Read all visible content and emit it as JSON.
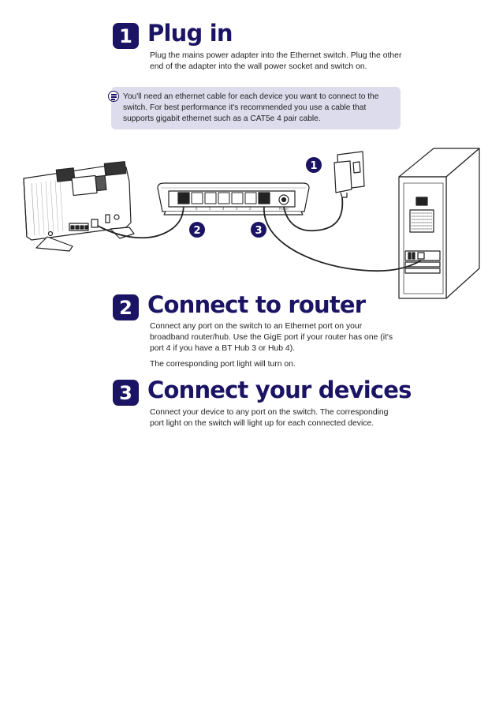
{
  "steps": [
    {
      "number": "1",
      "title": "Plug in",
      "paragraphs": [
        "Plug the mains power adapter into the Ethernet switch. Plug the other end of the adapter into the wall power socket and switch on."
      ]
    },
    {
      "number": "2",
      "title": "Connect to router",
      "paragraphs": [
        "Connect any port on the switch to an Ethernet port on your broadband router/hub. Use the GigE port if your router has one (it's port 4 if you have a BT Hub 3 or Hub 4).",
        "The corresponding port light will turn on."
      ]
    },
    {
      "number": "3",
      "title": "Connect your devices",
      "paragraphs": [
        "Connect your device to any port on the switch. The corresponding port light on the switch will light up for each connected device."
      ]
    }
  ],
  "note": {
    "icon": "note-icon",
    "text": "You'll need an ethernet cable for each device you want to connect to the switch. For best performance it's recommended you use a cable that supports gigabit ethernet such as a CAT5e 4 pair cable."
  },
  "diagram": {
    "callouts": [
      "1",
      "2",
      "3"
    ],
    "port_labels": [
      "7",
      "6",
      "5",
      "4",
      "3",
      "2",
      "1",
      "Power"
    ]
  },
  "colors": {
    "brand": "#1b1464",
    "note_bg": "#dcdcec"
  }
}
